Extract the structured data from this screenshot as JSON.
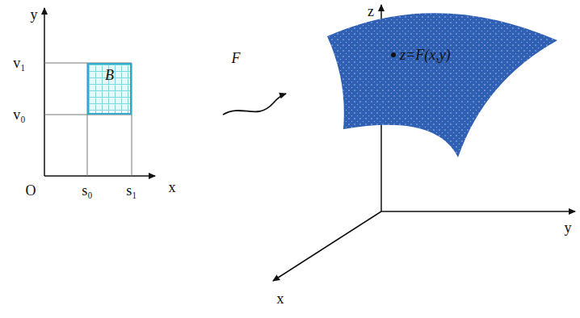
{
  "diagram": {
    "nodes": [
      {
        "text": [
          "B"
        ]
      },
      {
        "text": [
          "z=F(x,y)"
        ]
      }
    ],
    "labels": [
      "y",
      "v₁",
      "v₀",
      "O",
      "s₀",
      "s₁",
      "x",
      "F",
      "z",
      "y",
      "x"
    ]
  }
}
